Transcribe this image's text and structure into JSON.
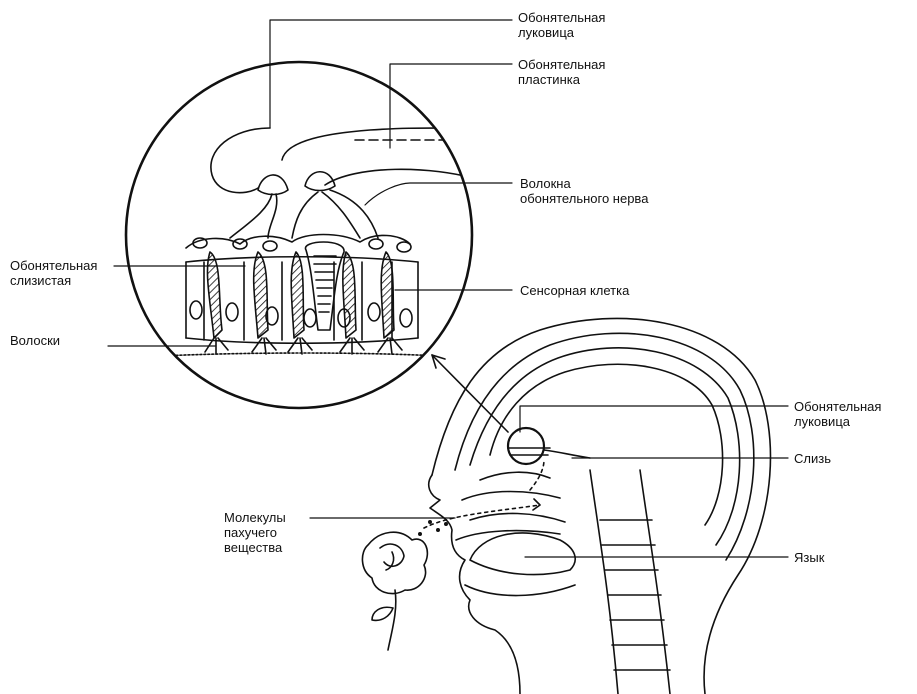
{
  "labels": {
    "bulb_top": [
      "Обонятельная",
      "луковица"
    ],
    "plate": [
      "Обонятельная",
      "пластинка"
    ],
    "nerve_fibers": [
      "Волокна",
      "обонятельного нерва"
    ],
    "mucosa": [
      "Обонятельная",
      "слизистая"
    ],
    "sensory_cell": "Сенсорная клетка",
    "hairs": "Волоски",
    "bulb_head": [
      "Обонятельная",
      "луковица"
    ],
    "mucus": "Слизь",
    "molecules": [
      "Молекулы",
      "пахучего",
      "вещества"
    ],
    "tongue": "Язык"
  },
  "colors": {
    "ink": "#111111",
    "paper": "#ffffff"
  }
}
